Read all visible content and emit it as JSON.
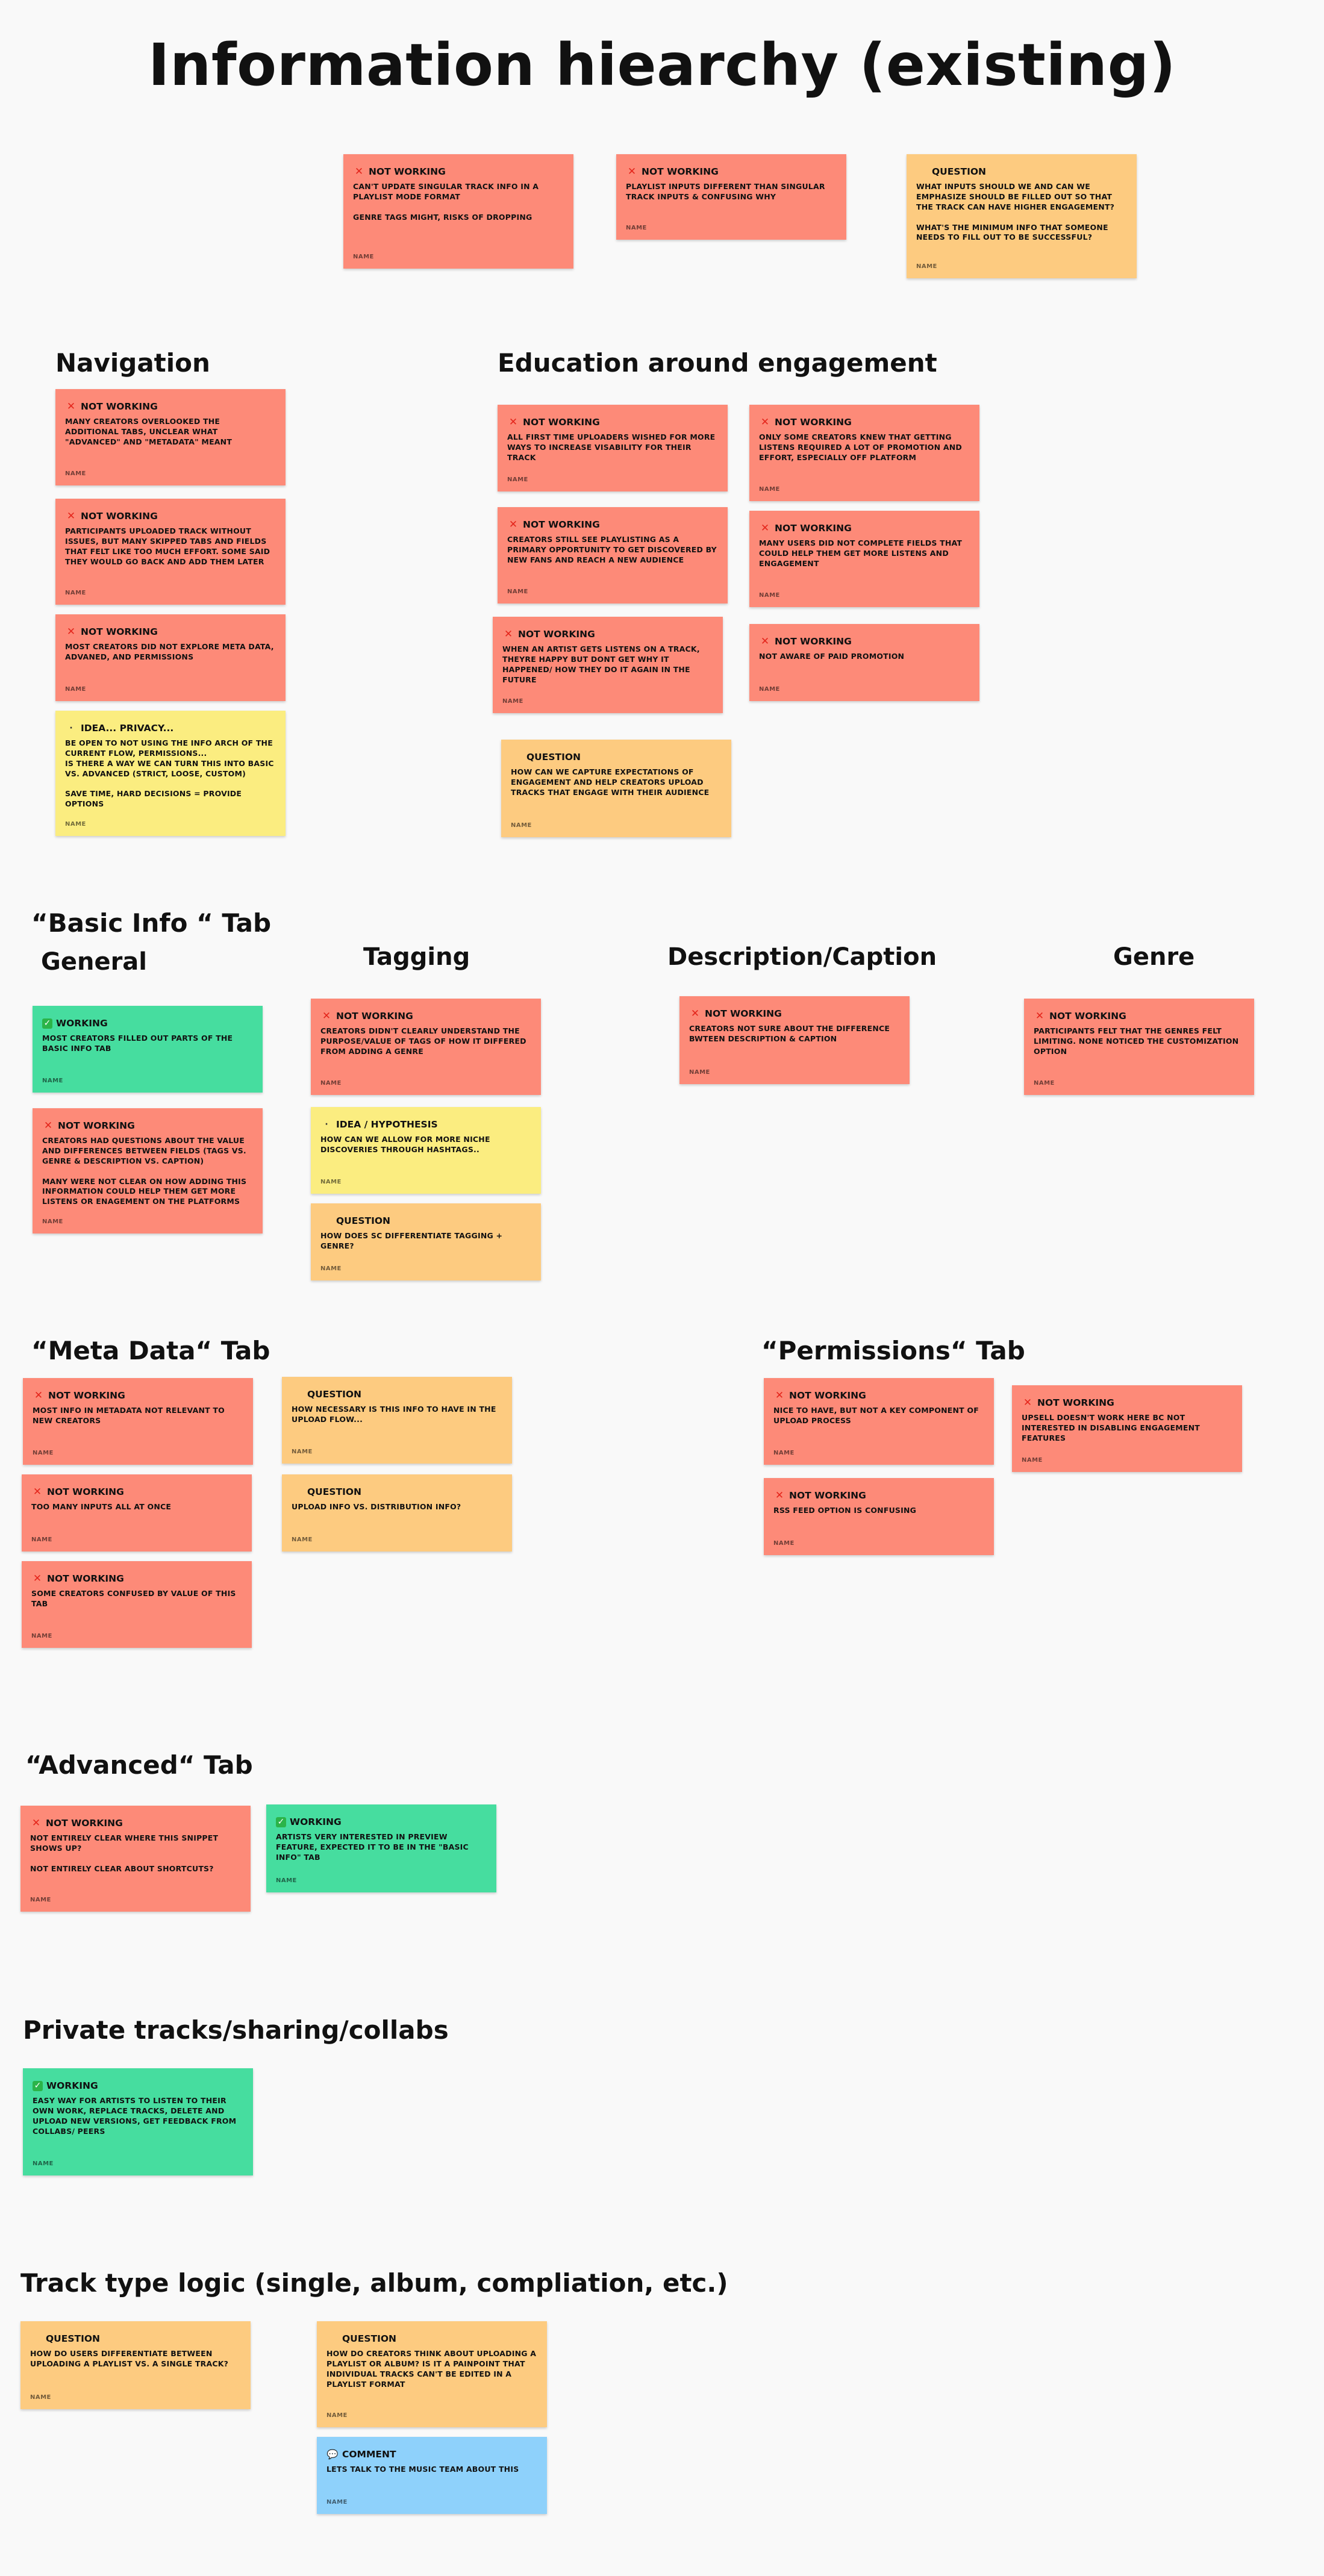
{
  "title": "Information hiearchy  (existing)",
  "name_label": "NAME",
  "labels": {
    "not_working": "NOT WORKING",
    "working": "WORKING",
    "question": "QUESTION",
    "idea_privacy": "IDEA... PRIVACY...",
    "idea_hypothesis": "IDEA / HYPOTHESIS",
    "comment": "COMMENT"
  },
  "colors": {
    "not_working": "#fd8a78",
    "question": "#fdcb80",
    "idea": "#fbed80",
    "working": "#46dd9f",
    "comment": "#8ed1fb"
  },
  "sections": {
    "navigation": "Navigation",
    "education": "Education around engagement",
    "basic_info_tab": "“Basic Info “ Tab",
    "general": "General",
    "tagging": "Tagging",
    "description": "Description/Caption",
    "genre": "Genre",
    "meta_data_tab": "“Meta Data“ Tab",
    "permissions_tab": "“Permissions“ Tab",
    "advanced_tab": "“Advanced“ Tab",
    "private": "Private tracks/sharing/collabs",
    "track_type": "Track type logic (single, album, compliation, etc.)"
  },
  "notes": {
    "top_1": "CAN'T UPDATE SINGULAR TRACK INFO IN A PLAYLIST MODE FORMAT\n\nGENRE TAGS MIGHT, RISKS OF DROPPING",
    "top_2": "PLAYLIST INPUTS DIFFERENT THAN SINGULAR TRACK INPUTS & CONFUSING WHY",
    "top_3": "WHAT INPUTS SHOULD WE AND CAN WE EMPHASIZE SHOULD BE FILLED OUT SO THAT THE TRACK CAN HAVE HIGHER ENGAGEMENT?\n\nWHAT'S THE MINIMUM INFO THAT SOMEONE NEEDS TO FILL OUT TO BE SUCCESSFUL?",
    "nav_1": "MANY CREATORS OVERLOOKED THE ADDITIONAL TABS, UNCLEAR WHAT \"ADVANCED\" AND \"METADATA\" MEANT",
    "nav_2": "PARTICIPANTS UPLOADED TRACK WITHOUT ISSUES, BUT MANY SKIPPED TABS AND FIELDS THAT FELT LIKE TOO MUCH EFFORT. SOME SAID THEY WOULD GO BACK AND ADD THEM LATER",
    "nav_3": "MOST CREATORS DID NOT EXPLORE META DATA, ADVANED, AND PERMISSIONS",
    "nav_4": "BE OPEN TO NOT USING THE INFO ARCH OF THE CURRENT FLOW, PERMISSIONS...\nIS THERE A WAY WE CAN TURN THIS INTO BASIC VS. ADVANCED (STRICT, LOOSE, CUSTOM)\n\nSAVE TIME, HARD DECISIONS = PROVIDE OPTIONS",
    "edu_1": "ALL FIRST TIME UPLOADERS WISHED FOR MORE WAYS TO INCREASE VISABILITY FOR THEIR TRACK",
    "edu_2": "CREATORS STILL SEE PLAYLISTING AS A PRIMARY OPPORTUNITY TO GET DISCOVERED BY NEW FANS AND REACH A NEW AUDIENCE",
    "edu_3": "WHEN AN ARTIST GETS LISTENS ON A TRACK, THEYRE HAPPY BUT DONT GET WHY IT HAPPENED/ HOW THEY DO IT AGAIN IN THE FUTURE",
    "edu_4": "HOW CAN WE CAPTURE EXPECTATIONS OF ENGAGEMENT AND HELP CREATORS UPLOAD TRACKS THAT ENGAGE WITH THEIR AUDIENCE",
    "edu_5": "ONLY SOME CREATORS KNEW THAT GETTING LISTENS REQUIRED A LOT OF PROMOTION AND EFFORT, ESPECIALLY OFF PLATFORM",
    "edu_6": "MANY USERS DID NOT COMPLETE FIELDS THAT COULD HELP THEM GET MORE LISTENS AND ENGAGEMENT",
    "edu_7": "NOT AWARE OF PAID PROMOTION",
    "gen_1": "MOST CREATORS FILLED OUT PARTS OF THE BASIC INFO TAB",
    "gen_2": "CREATORS HAD QUESTIONS ABOUT THE VALUE AND DIFFERENCES BETWEEN FIELDS (TAGS VS. GENRE & DESCRIPTION VS. CAPTION)\n\nMANY WERE NOT CLEAR ON HOW ADDING THIS INFORMATION COULD HELP THEM GET MORE LISTENS OR ENAGEMENT ON THE PLATFORMS",
    "tag_1": "CREATORS DIDN'T CLEARLY UNDERSTAND THE PURPOSE/VALUE OF TAGS OF HOW IT DIFFERED FROM ADDING A GENRE",
    "tag_2": "HOW CAN WE ALLOW FOR MORE NICHE DISCOVERIES THROUGH HASHTAGS..",
    "tag_3": "HOW DOES SC DIFFERENTIATE TAGGING + GENRE?",
    "desc_1": "CREATORS NOT SURE ABOUT THE DIFFERENCE BWTEEN DESCRIPTION & CAPTION",
    "genre_1": "PARTICIPANTS FELT THAT THE GENRES FELT LIMITING. NONE NOTICED THE CUSTOMIZATION OPTION",
    "meta_1": "MOST INFO IN METADATA NOT RELEVANT TO NEW CREATORS",
    "meta_2": "TOO MANY INPUTS ALL AT ONCE",
    "meta_3": "SOME CREATORS CONFUSED BY VALUE  OF THIS TAB",
    "meta_4": "HOW NECESSARY IS THIS INFO TO HAVE IN THE UPLOAD FLOW...",
    "meta_5": "UPLOAD INFO VS. DISTRIBUTION INFO?",
    "perm_1": "NICE TO HAVE, BUT NOT A KEY COMPONENT OF UPLOAD PROCESS",
    "perm_2": "RSS FEED OPTION IS CONFUSING",
    "perm_3": "UPSELL DOESN'T WORK HERE BC NOT INTERESTED IN DISABLING ENGAGEMENT FEATURES",
    "adv_1": "NOT ENTIRELY CLEAR WHERE THIS SNIPPET SHOWS UP?\n\nNOT ENTIRELY CLEAR ABOUT SHORTCUTS?",
    "adv_2": "ARTISTS VERY INTERESTED IN PREVIEW FEATURE, EXPECTED IT TO BE IN THE \"BASIC INFO\" TAB",
    "priv_1": "EASY WAY FOR ARTISTS TO LISTEN TO THEIR OWN WORK, REPLACE TRACKS, DELETE AND UPLOAD NEW VERSIONS, GET FEEDBACK FROM COLLABS/ PEERS",
    "type_1": "HOW DO USERS DIFFERENTIATE BETWEEN UPLOADING A PLAYLIST VS. A SINGLE TRACK?",
    "type_2": "HOW DO CREATORS THINK ABOUT UPLOADING A PLAYLIST OR ALBUM? IS IT A PAINPOINT THAT INDIVIDUAL TRACKS CAN'T BE EDITED IN A PLAYLIST FORMAT",
    "type_3": "LETS TALK TO THE MUSIC TEAM ABOUT THIS"
  }
}
